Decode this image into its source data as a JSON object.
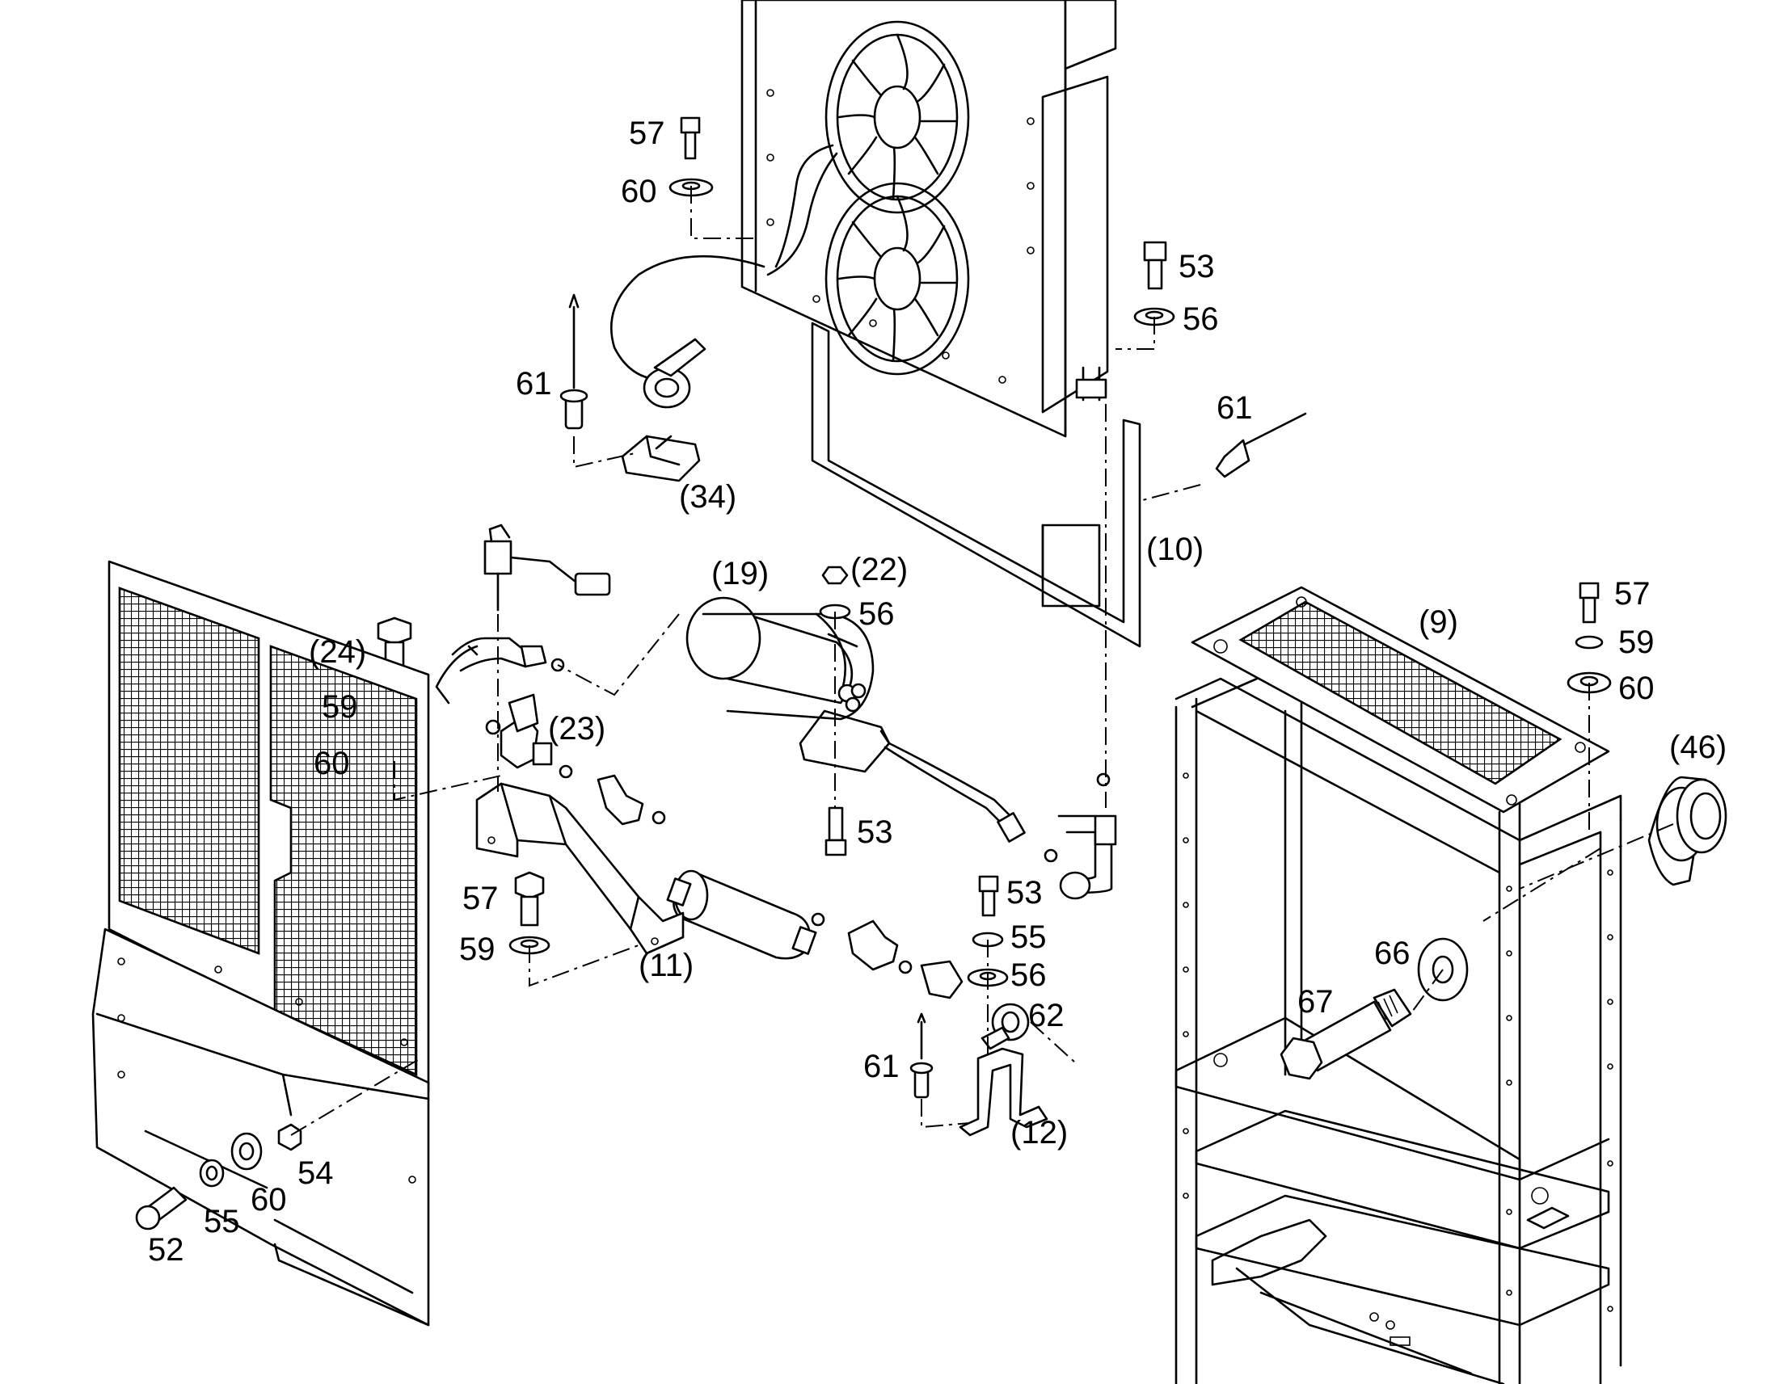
{
  "callouts": {
    "c57_top": "57",
    "c60_top": "60",
    "c53_top": "53",
    "c56_top": "56",
    "c61_left": "61",
    "c61_right": "61",
    "c34": "(34)",
    "c10": "(10)",
    "c19": "(19)",
    "c22": "(22)",
    "c56_mid": "56",
    "c24": "(24)",
    "c59_left": "59",
    "c60_left": "60",
    "c23": "(23)",
    "c53_mid": "53",
    "c57_mid": "57",
    "c59_mid": "59",
    "c11": "(11)",
    "c53_low": "53",
    "c55_low": "55",
    "c56_low": "56",
    "c62": "62",
    "c61_low": "61",
    "c12": "(12)",
    "c9": "(9)",
    "c57_right": "57",
    "c59_right": "59",
    "c60_right": "60",
    "c46": "(46)",
    "c66": "66",
    "c67": "67",
    "c54": "54",
    "c60_bottom": "60",
    "c55_bottom": "55",
    "c52": "52"
  }
}
